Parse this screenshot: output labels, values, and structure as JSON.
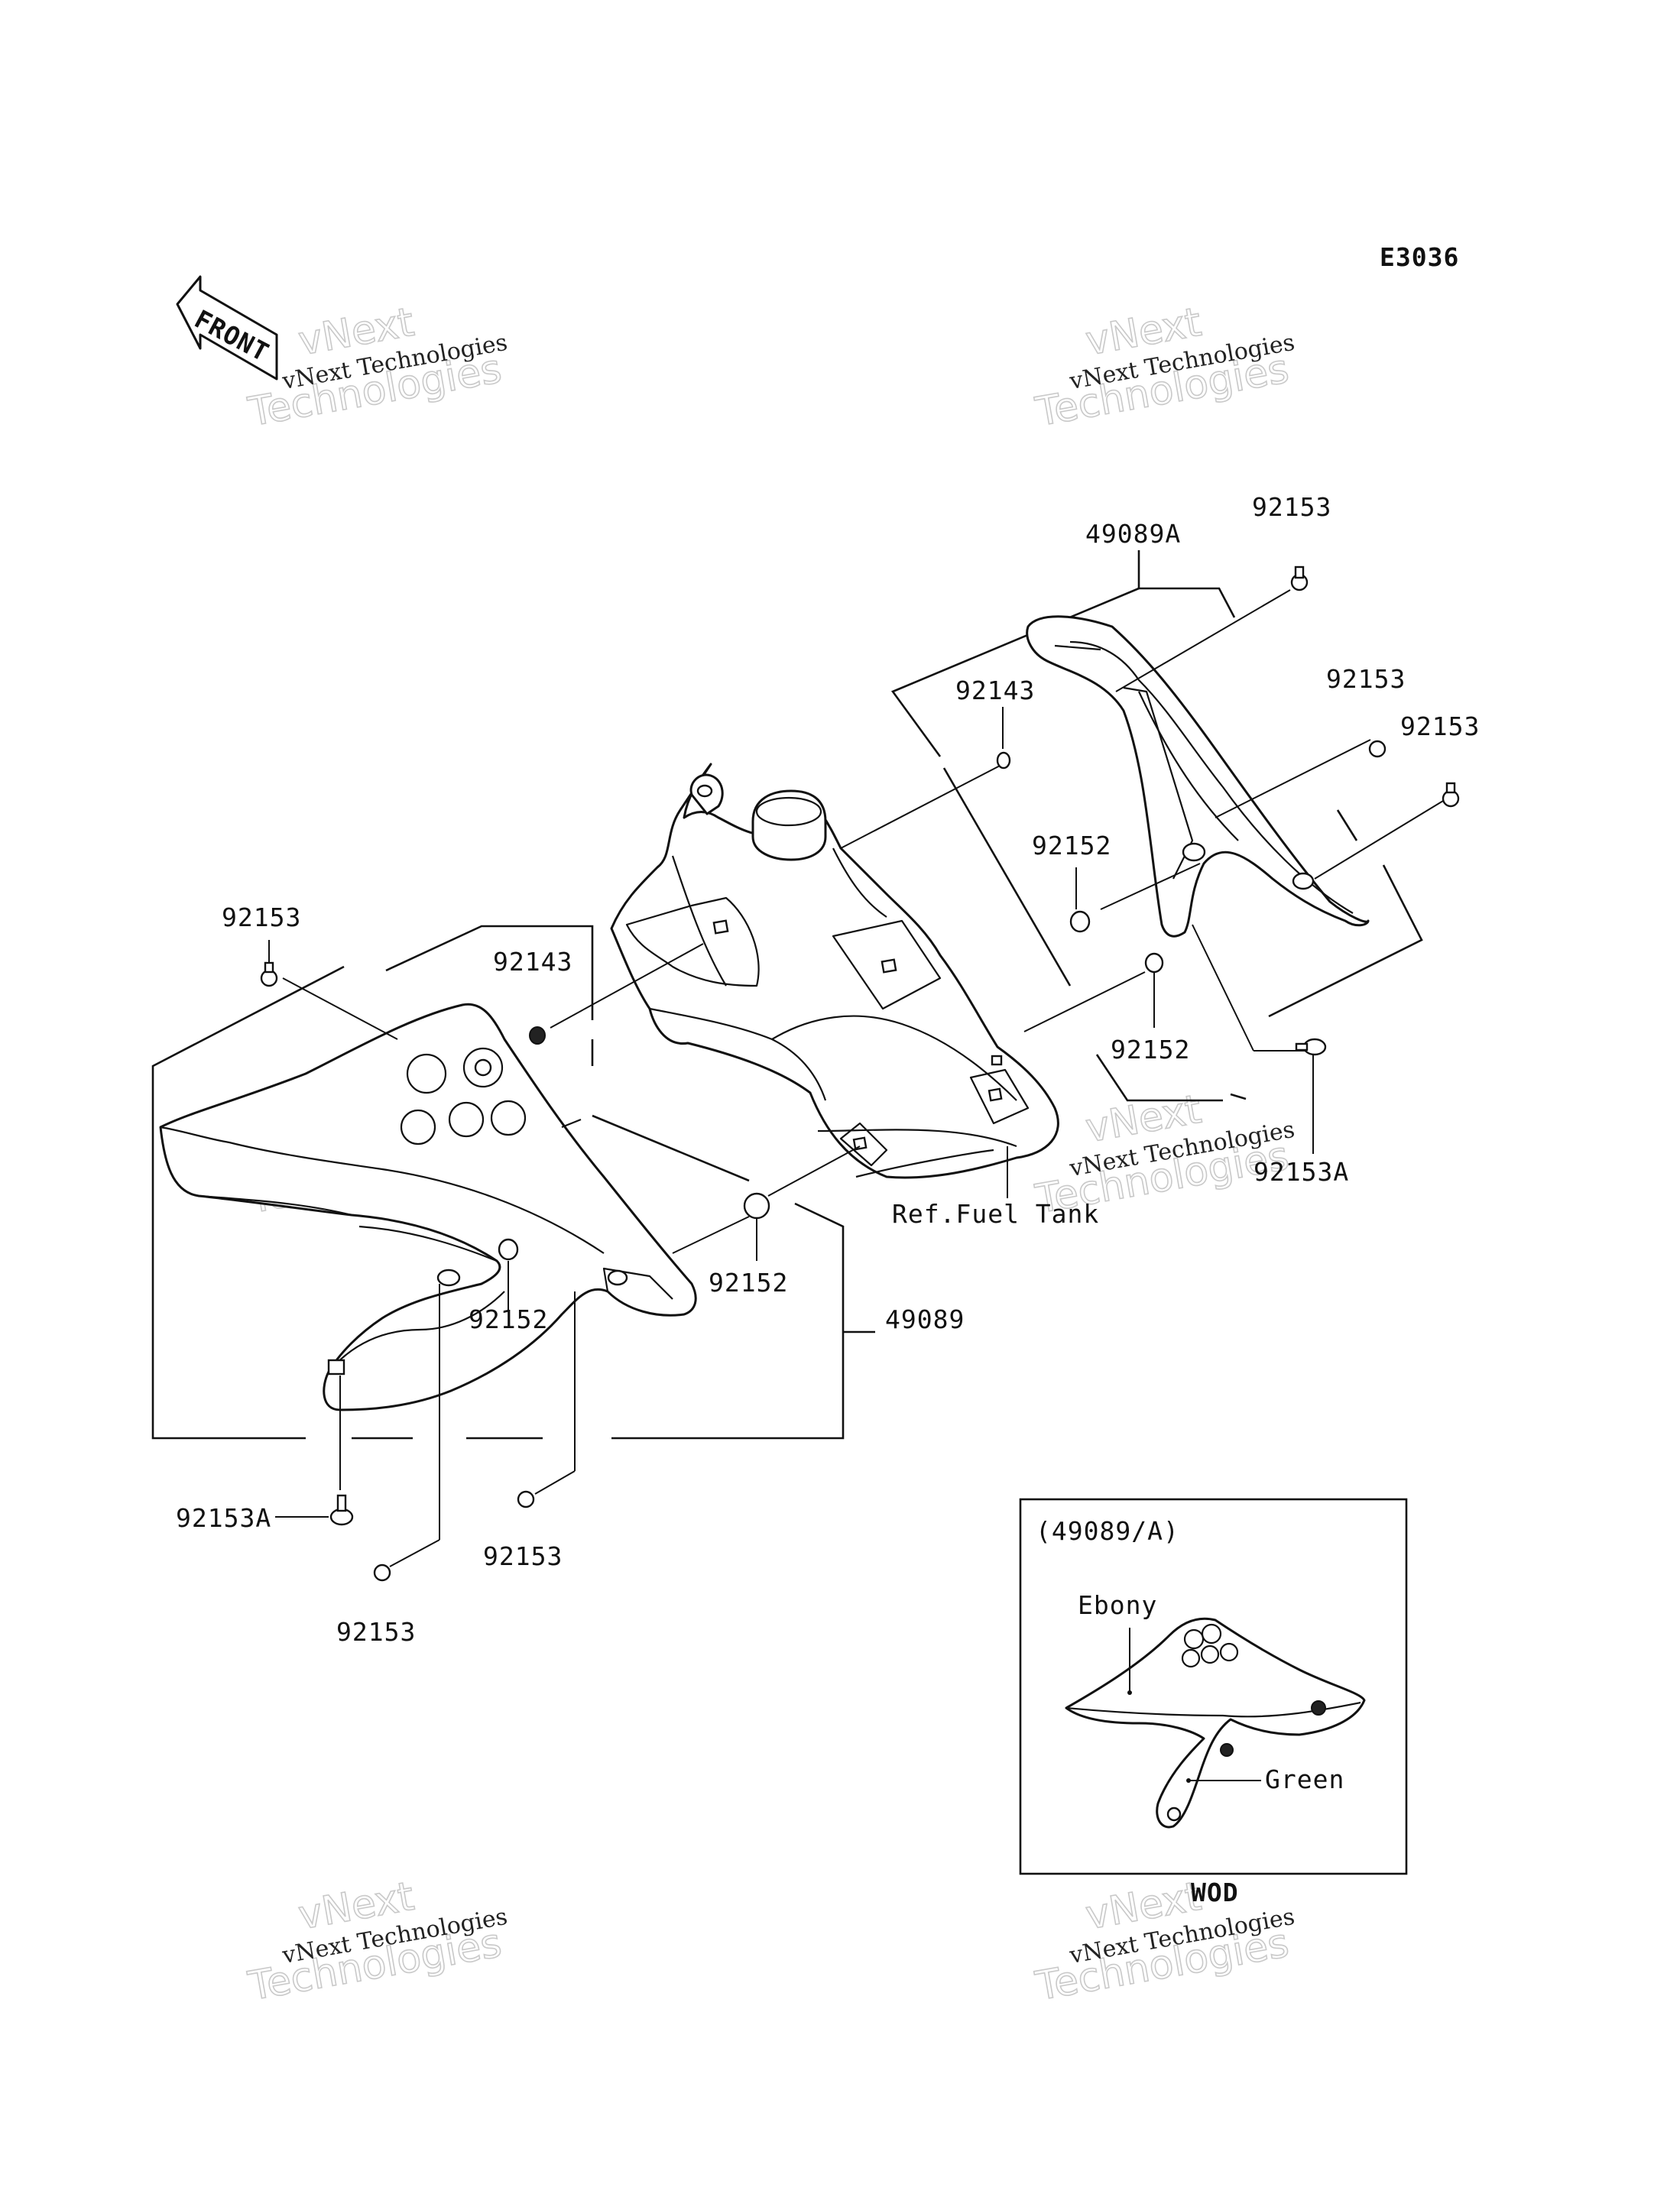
{
  "diagram_code": "E3036",
  "front_label": "FRONT",
  "watermark": {
    "small": "vNext Technologies",
    "big_top": "vNext",
    "big_bottom": "Technologies"
  },
  "labels": {
    "p49089A": "49089A",
    "p92153_top": "92153",
    "p92143_right": "92143",
    "p92153_r1": "92153",
    "p92153_r2": "92153",
    "p92152_right": "92152",
    "p92152_mid": "92152",
    "p92153A_right": "92153A",
    "p92153_left": "92153",
    "p92143_left": "92143",
    "p92152_center": "92152",
    "p92152_left": "92152",
    "p49089": "49089",
    "ref_fuel_tank": "Ref.Fuel Tank",
    "p92153A_left": "92153A",
    "p92153_bottom_mid": "92153",
    "p92153_bottom_left": "92153"
  },
  "inset": {
    "title": "(49089/A)",
    "ebony": "Ebony",
    "green": "Green",
    "caption": "WOD"
  }
}
